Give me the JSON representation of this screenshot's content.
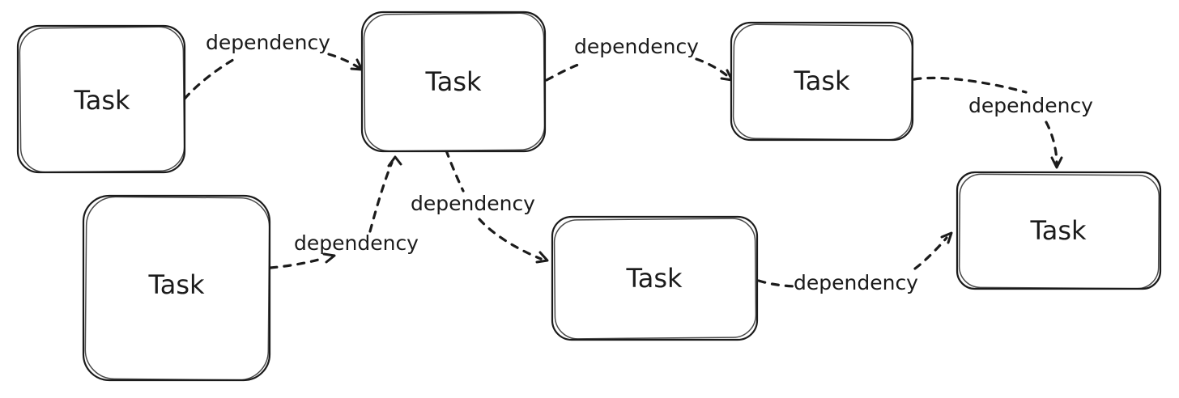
{
  "canvas": {
    "background": "#ffffff",
    "ink": "#1b1b1b"
  },
  "diagram": {
    "type": "flowchart",
    "nodes": [
      {
        "id": "task-1",
        "label": "Task"
      },
      {
        "id": "task-2",
        "label": "Task"
      },
      {
        "id": "task-3",
        "label": "Task"
      },
      {
        "id": "task-4",
        "label": "Task"
      },
      {
        "id": "task-5",
        "label": "Task"
      },
      {
        "id": "task-6",
        "label": "Task"
      }
    ],
    "edges": [
      {
        "from": "task-1",
        "to": "task-3",
        "label": "dependency",
        "style": "dashed-arrow"
      },
      {
        "from": "task-3",
        "to": "task-4",
        "label": "dependency",
        "style": "dashed-arrow"
      },
      {
        "from": "task-4",
        "to": "task-6",
        "label": "dependency",
        "style": "dashed-arrow"
      },
      {
        "from": "task-2",
        "to": "task-3",
        "label": "dependency",
        "style": "dashed-arrow"
      },
      {
        "from": "task-3",
        "to": "task-5",
        "label": "dependency",
        "style": "dashed-arrow"
      },
      {
        "from": "task-5",
        "to": "task-6",
        "label": "dependency",
        "style": "dashed-arrow"
      }
    ]
  }
}
